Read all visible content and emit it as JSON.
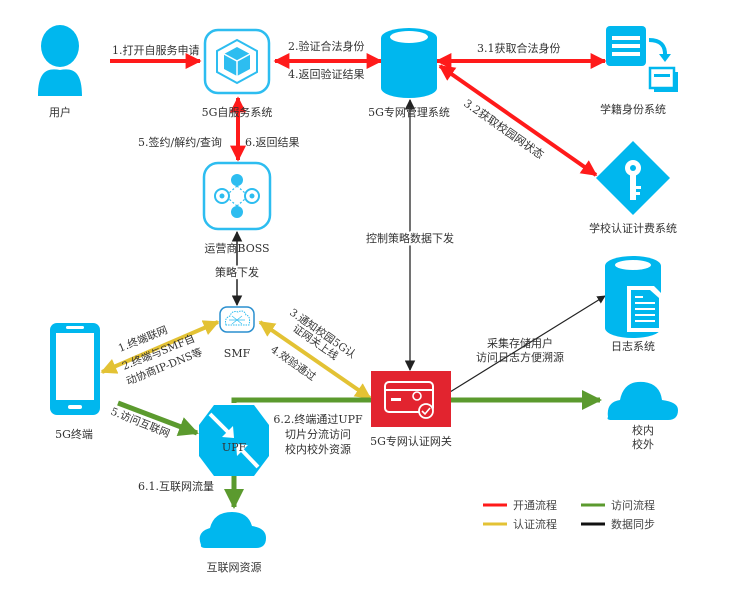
{
  "colors": {
    "red": "#ff1a1a",
    "green": "#5b9a2e",
    "yellow": "#e3c234",
    "black": "#222222",
    "blue": "#00b7ee",
    "gateway_red": "#e2242f"
  },
  "nodes": {
    "user": {
      "label": "用户",
      "icon": "person-icon"
    },
    "self_service": {
      "label": "5G自服务系统",
      "icon": "cube-icon"
    },
    "mgmt": {
      "label": "5G专网管理系统",
      "icon": "database-icon"
    },
    "student_id": {
      "label": "学籍身份系统",
      "icon": "document-transfer-icon"
    },
    "campus_auth": {
      "label": "学校认证计费系统",
      "icon": "key-icon"
    },
    "boss": {
      "label": "运营商BOSS",
      "icon": "network-hub-icon"
    },
    "smf": {
      "label": "SMF",
      "icon": "mesh-cloud-icon"
    },
    "terminal": {
      "label": "5G终端",
      "icon": "phone-icon"
    },
    "upf": {
      "label": "UPF",
      "icon": "upf-arrows-icon"
    },
    "gateway": {
      "label": "5G专网认证网关",
      "icon": "id-card-check-icon"
    },
    "log": {
      "label": "日志系统",
      "icon": "log-database-icon"
    },
    "campus_cloud": {
      "label_line1": "校内",
      "label_line2": "校外",
      "icon": "cloud-icon"
    },
    "internet": {
      "label": "互联网资源",
      "icon": "cloud-icon"
    }
  },
  "edges": {
    "e1": "1.打开自服务申请",
    "e2": "2.验证合法身份",
    "e4": "4.返回验证结果",
    "e31": "3.1获取合法身份",
    "e32": "3.2获取校园网状态",
    "e5": "5.签约/解约/查询",
    "e6": "6.返回结果",
    "policy": "策略下发",
    "control": "控制策略数据下发",
    "t1": "1.终端联网",
    "t2a": "2.终端与SMF自",
    "t2b": "动协商IP-DNS等",
    "n3a": "3.通知校园5G认",
    "n3b": "证网关上线",
    "n4": "4.效验通过",
    "log_a": "采集存储用户",
    "log_b": "访问日志方便溯源",
    "a5": "5.访问互联网",
    "a62a": "6.2.终端通过UPF",
    "a62b": "切片分流访问",
    "a62c": "校内校外资源",
    "a61": "6.1.互联网流量"
  },
  "legend": [
    {
      "label": "开通流程",
      "color": "#ff1a1a"
    },
    {
      "label": "访问流程",
      "color": "#5b9a2e"
    },
    {
      "label": "认证流程",
      "color": "#e3c234"
    },
    {
      "label": "数据同步",
      "color": "#111111"
    }
  ]
}
